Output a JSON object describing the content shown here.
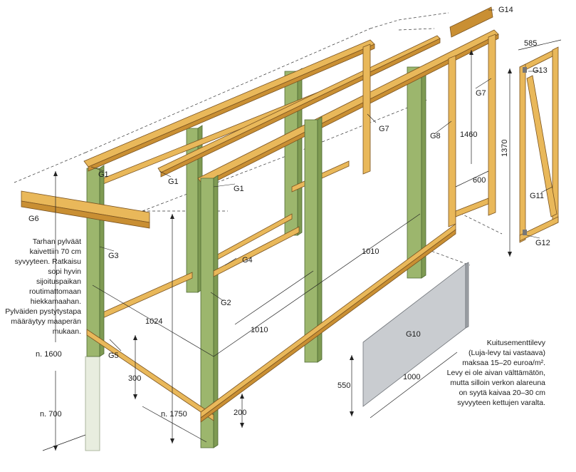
{
  "labels": {
    "g1a": "G1",
    "g1b": "G1",
    "g1c": "G1",
    "g2": "G2",
    "g3": "G3",
    "g4": "G4",
    "g5": "G5",
    "g6": "G6",
    "g7a": "G7",
    "g7b": "G7",
    "g8": "G8",
    "g10": "G10",
    "g11": "G11",
    "g12": "G12",
    "g13": "G13",
    "g14": "G14"
  },
  "dimensions": {
    "gate_width": "585",
    "gate_height": "1370",
    "frame_height": "1460",
    "frame_width": "600",
    "side_1010_upper": "1010",
    "side_1010_lower": "1010",
    "end_1024": "1024",
    "post_above": "n. 1600",
    "post_below": "n. 700",
    "rail_300": "300",
    "post_total": "n. 1750",
    "rail_200": "200",
    "panel_height": "550",
    "panel_width": "1000"
  },
  "notes": {
    "left": [
      "Tarhan pylväät",
      "kaivettiin 70 cm",
      "syvyyteen. Ratkaisu",
      "sopi hyvin",
      "sijoituspaikan",
      "routimattomaan",
      "hiekkamaahan.",
      "Pylväiden pystytystapa",
      "määräytyy maaperän",
      "mukaan."
    ],
    "right": [
      "Kuitusementtilevy",
      "(Luja-levy tai vastaava)",
      "maksaa 15–20 euroa/m²."
    ],
    "right2": [
      "Levy ei ole aivan välttämätön,",
      "mutta silloin verkon alareuna",
      "on syytä kaivaa 20–30 cm",
      "syvyyteen kettujen varalta."
    ]
  },
  "colors": {
    "wood": "#e9b85a",
    "post": "#9cb66d",
    "panel": "#c9ccd0"
  }
}
